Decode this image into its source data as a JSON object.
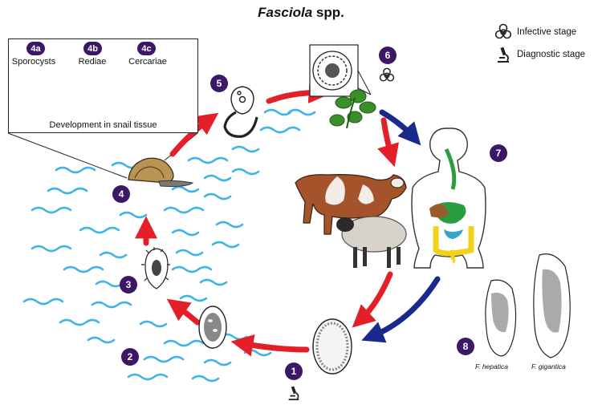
{
  "title": {
    "genus": "Fasciola",
    "suffix": " spp."
  },
  "legend": {
    "infective": "Infective stage",
    "diagnostic": "Diagnostic stage"
  },
  "snail_box": {
    "stages": [
      {
        "badge": "4a",
        "label": "Sporocysts"
      },
      {
        "badge": "4b",
        "label": "Rediae"
      },
      {
        "badge": "4c",
        "label": "Cercariae"
      }
    ],
    "caption": "Development in snail tissue"
  },
  "stages": {
    "s1": "1",
    "s2": "2",
    "s3": "3",
    "s4": "4",
    "s5": "5",
    "s6": "6",
    "s7": "7",
    "s8": "8"
  },
  "species": {
    "hepatica": "F. hepatica",
    "gigantica": "F. gigantica"
  },
  "colors": {
    "badge": "#3b1766",
    "arrow_red": "#e3202a",
    "arrow_blue": "#1a2a8c",
    "water": "#3fb4e6",
    "plant": "#3a8f2b",
    "intestine": "#f3d21b",
    "stomach": "#2a9d3e",
    "liver": "#9a5b2a",
    "small_intestine": "#36a5c9"
  }
}
